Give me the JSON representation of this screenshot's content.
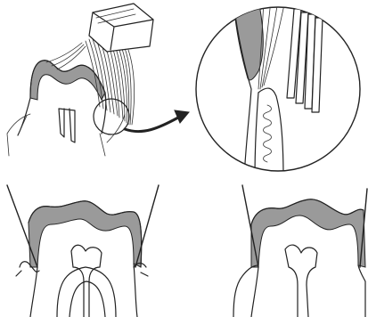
{
  "figure": {
    "panels": [
      {
        "id": "brushing-overview",
        "icon": "toothbrush-on-molar-icon"
      },
      {
        "id": "magnified-sulcus",
        "icon": "magnifier-circle-icon"
      },
      {
        "id": "floss-cross-section-left",
        "icon": "tooth-with-floss-icon"
      },
      {
        "id": "floss-cross-section-right",
        "icon": "tooth-with-floss-icon"
      }
    ],
    "colors": {
      "line": "#222222",
      "enamel_gray": "#9a9a9a",
      "gum_gray": "#8c8c8c",
      "background": "#ffffff"
    }
  }
}
